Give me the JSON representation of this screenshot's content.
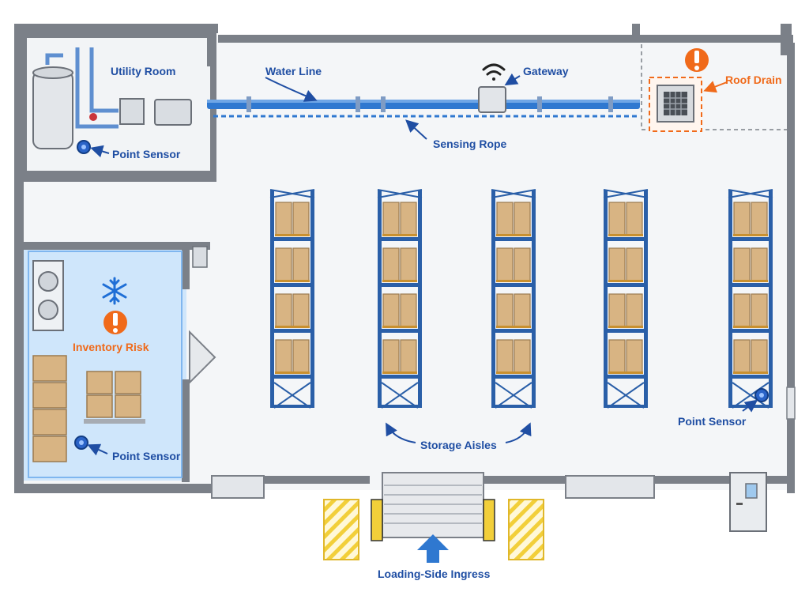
{
  "colors": {
    "wall": "#7b8088",
    "floor": "#f4f6f8",
    "label_blue": "#1f4ea3",
    "alert_orange": "#f06a1a",
    "water_line": "#2f78d0",
    "cold_room": "#cfe6fb",
    "rack_blue": "#2a5fa8",
    "box": "#d8b483",
    "hazard_yellow": "#f2cf3a"
  },
  "labels": {
    "utility_room": "Utility Room",
    "water_line": "Water Line",
    "gateway": "Gateway",
    "roof_drain": "Roof Drain",
    "sensing_rope": "Sensing Rope",
    "point_sensor_utility": "Point Sensor",
    "inventory_risk": "Inventory Risk",
    "point_sensor_cold": "Point Sensor",
    "storage_aisles": "Storage Aisles",
    "point_sensor_right": "Point Sensor",
    "loading_ingress": "Loading-Side Ingress"
  },
  "icons": {
    "wifi": "wifi-icon",
    "alert": "exclamation-icon",
    "snowflake": "snowflake-icon",
    "arrow": "arrow-up-icon"
  }
}
